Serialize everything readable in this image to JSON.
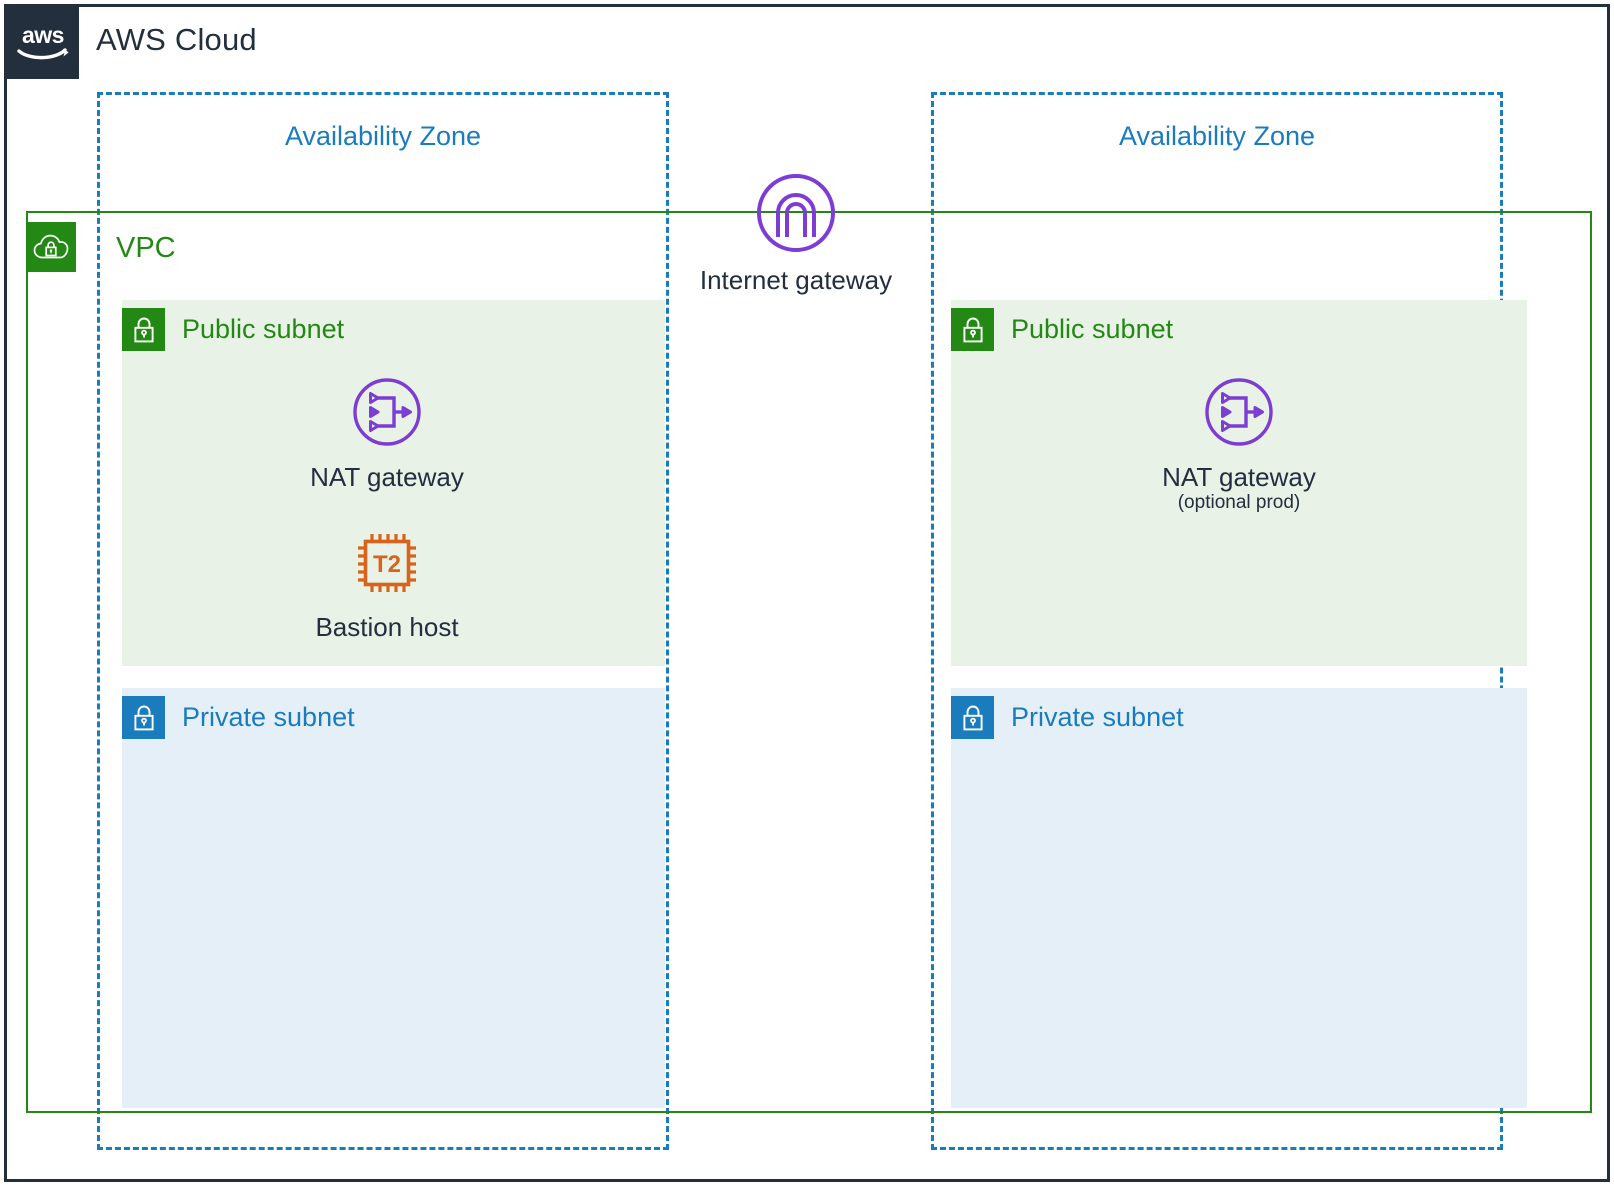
{
  "diagram": {
    "title": "AWS Cloud",
    "logo_icon": "aws-logo-icon"
  },
  "availability_zones": [
    {
      "label": "Availability Zone",
      "subnets": [
        {
          "label": "Public subnet",
          "type": "public",
          "icon": "lock-icon",
          "color": "#248814",
          "fill": "#E8F2E6",
          "resources": [
            {
              "label": "NAT gateway",
              "sublabel": "",
              "icon": "nat-gateway-icon",
              "color": "#7D3CD3"
            },
            {
              "label": "Bastion host",
              "sublabel": "",
              "icon": "ec2-t2-instance-icon",
              "label_in_icon": "T2",
              "color": "#D8631A"
            }
          ]
        },
        {
          "label": "Private subnet",
          "type": "private",
          "icon": "lock-icon",
          "color": "#1A7CBD",
          "fill": "#E5EFF7",
          "resources": []
        }
      ]
    },
    {
      "label": "Availability Zone",
      "subnets": [
        {
          "label": "Public subnet",
          "type": "public",
          "icon": "lock-icon",
          "color": "#248814",
          "fill": "#E8F2E6",
          "resources": [
            {
              "label": "NAT gateway",
              "sublabel": "(optional prod)",
              "icon": "nat-gateway-icon",
              "color": "#7D3CD3"
            }
          ]
        },
        {
          "label": "Private subnet",
          "type": "private",
          "icon": "lock-icon",
          "color": "#1A7CBD",
          "fill": "#E5EFF7",
          "resources": []
        }
      ]
    }
  ],
  "vpc": {
    "label": "VPC",
    "icon": "vpc-cloud-lock-icon",
    "color": "#248814"
  },
  "internet_gateway": {
    "label": "Internet gateway",
    "icon": "internet-gateway-icon",
    "color": "#7D3CD3"
  },
  "colors": {
    "aws_navy": "#242F3E",
    "az_blue": "#1A7CBD",
    "vpc_green": "#248814",
    "purple": "#7D3CD3",
    "orange": "#D8631A",
    "public_fill": "#E8F2E6",
    "private_fill": "#E5EFF7"
  }
}
